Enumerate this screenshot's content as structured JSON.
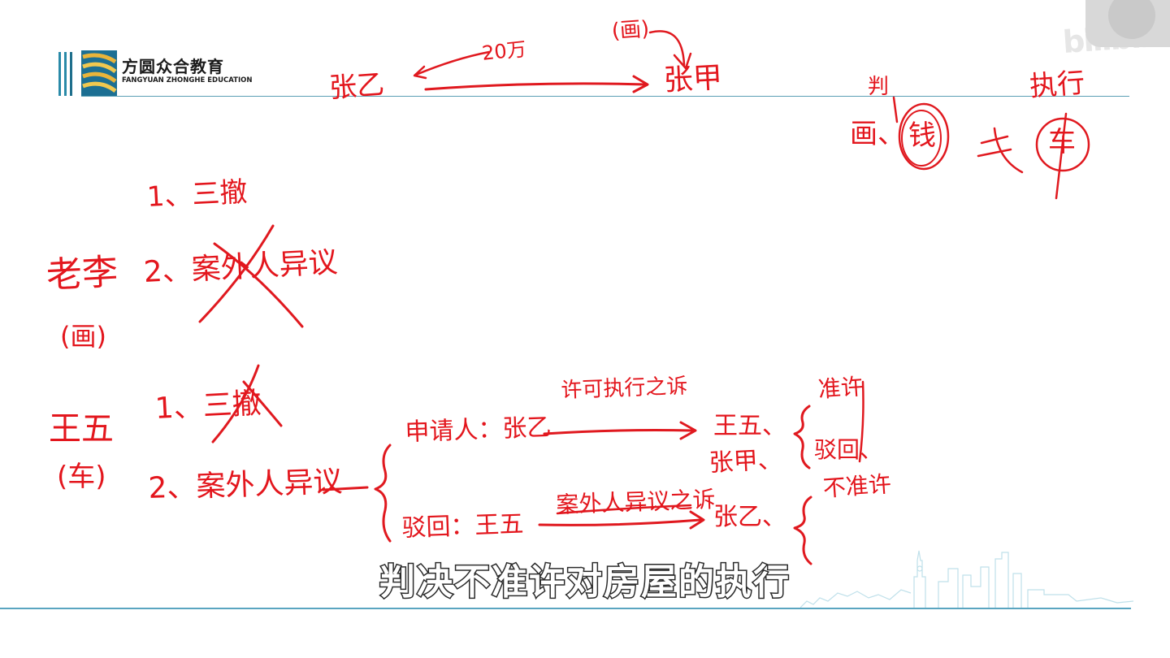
{
  "brand": {
    "name": "方圆众合教育",
    "sub": "FANGYUAN ZHONGHE EDUCATION"
  },
  "watermark": "bilibili",
  "subtitle": "判决不准许对房屋的执行",
  "colors": {
    "ink": "#e0191f",
    "accent_line": "#5aa5c0",
    "logo_blue": "#2a8aa8",
    "logo_gold": "#e9b43a"
  },
  "notes": {
    "top_left_party": "张乙",
    "top_right_party": "张甲",
    "top_amount": "20万",
    "top_label": "(画)",
    "rt_judgment": "判",
    "rt_execution": "执行",
    "rt_items": [
      "画、",
      "钱",
      "车"
    ],
    "li_name": "老李",
    "li_tag": "(画)",
    "li_1": "1、三撤",
    "li_2": "2、案外人异议",
    "wang_name": "王五",
    "wang_tag": "(车)",
    "wang_1": "1、三撤",
    "wang_2": "2、案外人异议",
    "upper_line": "申请人：张乙",
    "upper_arrow_label": "许可执行之诉",
    "upper_target_1": "王五、",
    "upper_target_2": "张甲、",
    "upper_res_1": "准许",
    "upper_res_2": "驳回、",
    "lower_line": "驳回：王五",
    "lower_arrow_label": "案外人异议之诉",
    "lower_target": "张乙、",
    "lower_res": "不准许"
  }
}
